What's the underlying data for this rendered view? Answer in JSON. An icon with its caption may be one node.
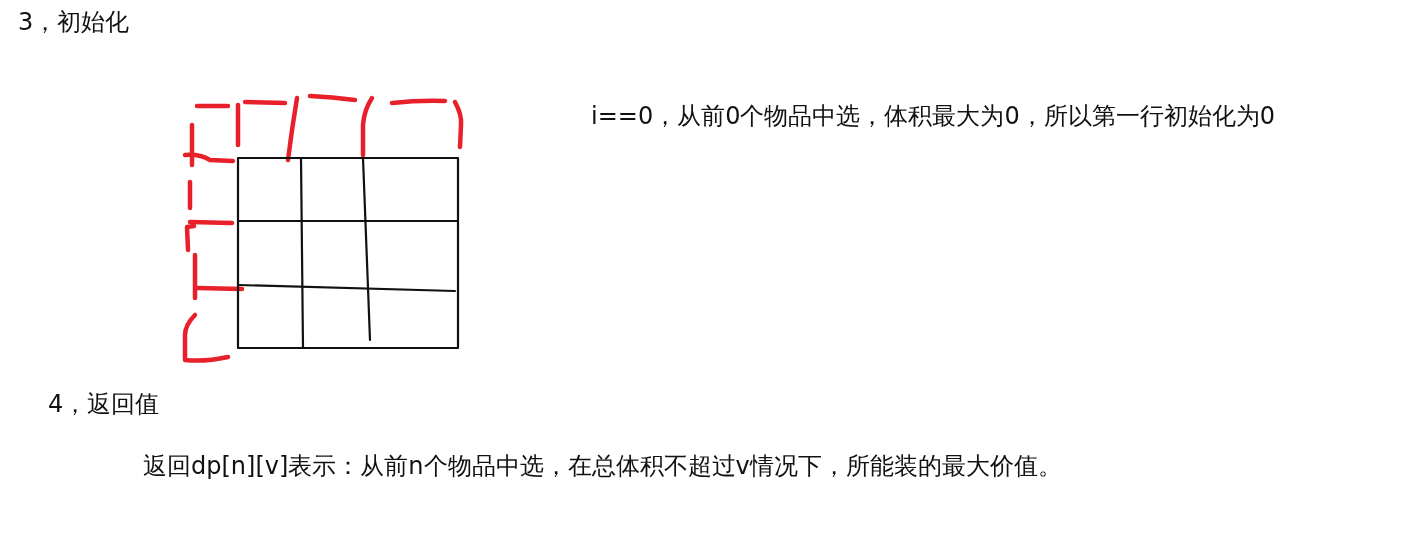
{
  "diagram": {
    "labels": [
      "3，初始化",
      "i==0，从前0个物品中选，体积最大为0，所以第一行初始化为0",
      "4，返回值",
      "返回dp[n][v]表示：从前n个物品中选，在总体积不超过v情况下，所能装的最大价值。"
    ]
  }
}
